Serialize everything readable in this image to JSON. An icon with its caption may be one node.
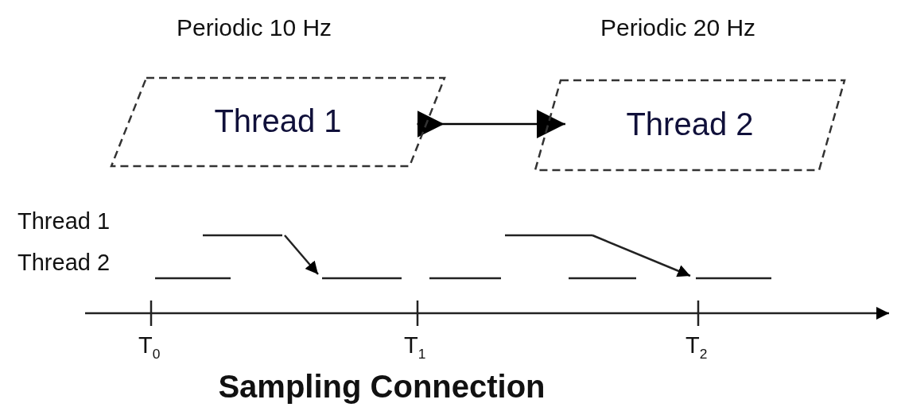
{
  "diagram": {
    "caption": "Sampling Connection",
    "nodes": [
      {
        "text": [
          "Thread 1"
        ],
        "beside": [
          "Periodic 10 Hz"
        ]
      },
      {
        "text": [
          "Thread 2"
        ],
        "beside": [
          "Periodic 20 Hz"
        ]
      }
    ],
    "edges": [
      {
        "from": 0,
        "to": 1,
        "arrow": "to"
      }
    ],
    "labels": [
      "Thread 1",
      "Thread 2",
      "T$_{0}$",
      "T$_{1}$",
      "T$_{2}$"
    ]
  }
}
